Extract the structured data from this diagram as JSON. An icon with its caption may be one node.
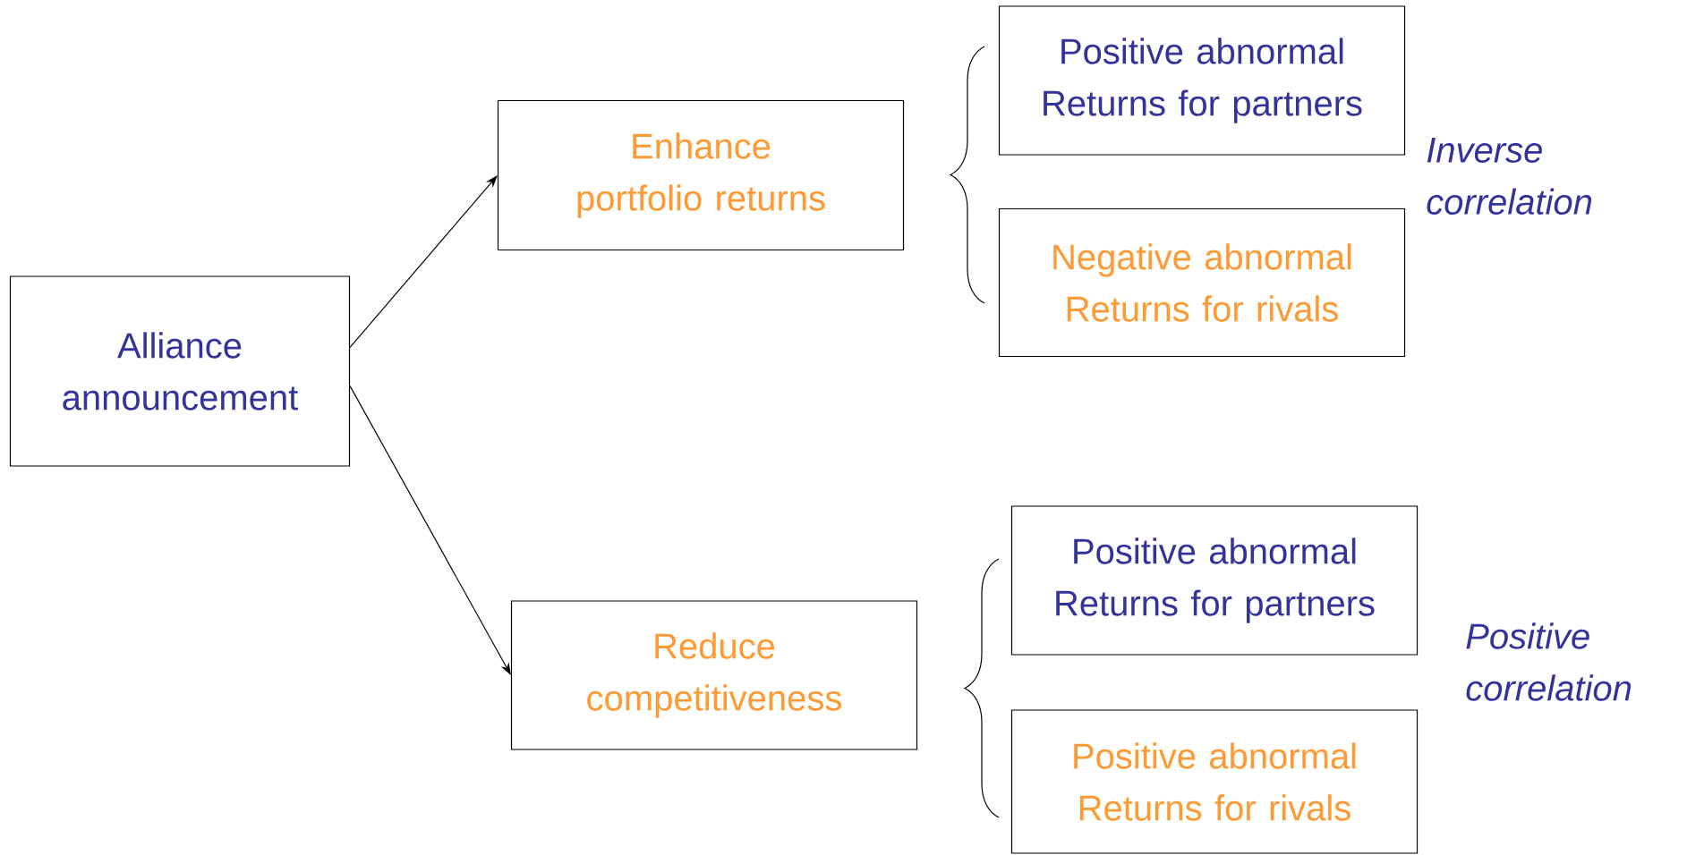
{
  "diagram": {
    "nodes": [
      {
        "text": [
          "Alliance announcement"
        ]
      },
      {
        "text": [
          "Enhance portfolio returns"
        ]
      },
      {
        "text": [
          "Positive abnormal Returns for partners"
        ]
      },
      {
        "text": [
          "Negative abnormal Returns for rivals"
        ]
      },
      {
        "text": [
          "Reduce competitiveness"
        ]
      },
      {
        "text": [
          "Positive abnormal Returns for partners"
        ]
      },
      {
        "text": [
          "Positive abnormal Returns for rivals"
        ]
      }
    ],
    "edges": [
      {
        "from": 0,
        "to": 1,
        "arrow": "to"
      },
      {
        "from": 0,
        "to": 4,
        "arrow": "to"
      }
    ],
    "labels": [
      "Inverse correlation",
      "Positive correlation"
    ]
  }
}
